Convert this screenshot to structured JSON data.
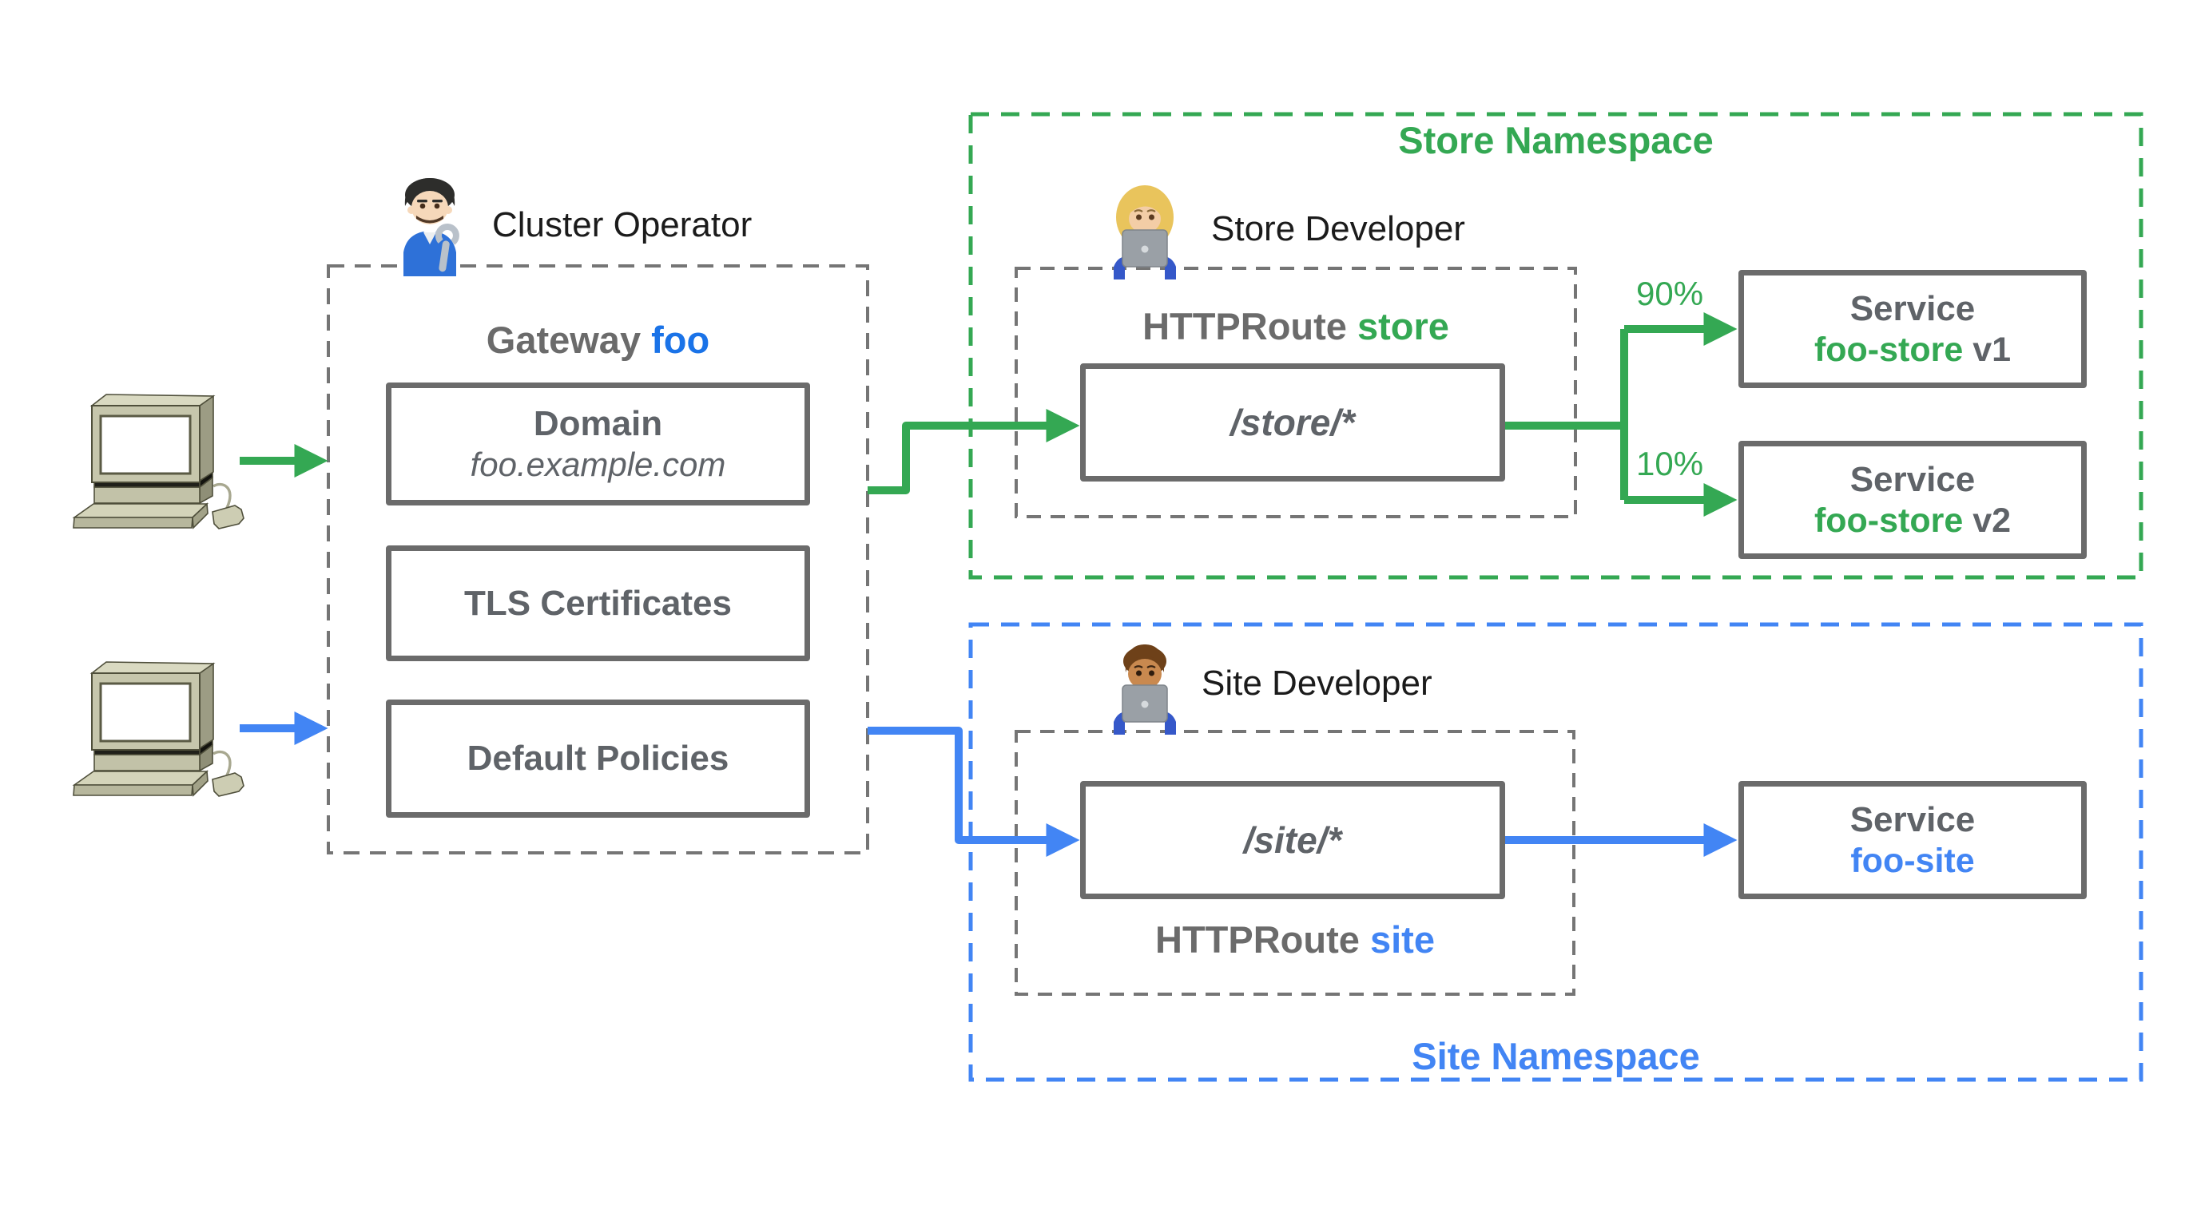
{
  "colors": {
    "green": "#34a853",
    "blue": "#4285f4",
    "gateway_foo_blue": "#1a73e8",
    "text_gray": "#5f6368",
    "border_gray": "#6b6b6b",
    "dash_gray": "#757575"
  },
  "clients": {
    "icon_top": "retro-computer-icon",
    "icon_bottom": "retro-computer-icon"
  },
  "gateway": {
    "persona_icon": "man-mechanic-emoji",
    "persona_label": "Cluster Operator",
    "title_prefix": "Gateway",
    "title_name": "foo",
    "domain_title": "Domain",
    "domain_value": "foo.example.com",
    "tls_label": "TLS Certificates",
    "policies_label": "Default Policies"
  },
  "store_namespace": {
    "title": "Store Namespace",
    "persona_icon": "woman-technologist-emoji",
    "persona_label": "Store Developer",
    "route_prefix": "HTTPRoute",
    "route_name": "store",
    "route_path": "/store/*",
    "weights": [
      "90%",
      "10%"
    ],
    "services": [
      {
        "title": "Service",
        "name": "foo-store",
        "version": " v1"
      },
      {
        "title": "Service",
        "name": "foo-store",
        "version": " v2"
      }
    ]
  },
  "site_namespace": {
    "title": "Site Namespace",
    "persona_icon": "man-technologist-emoji",
    "persona_label": "Site Developer",
    "route_prefix": "HTTPRoute",
    "route_name": "site",
    "route_path": "/site/*",
    "service": {
      "title": "Service",
      "name": "foo-site"
    }
  }
}
